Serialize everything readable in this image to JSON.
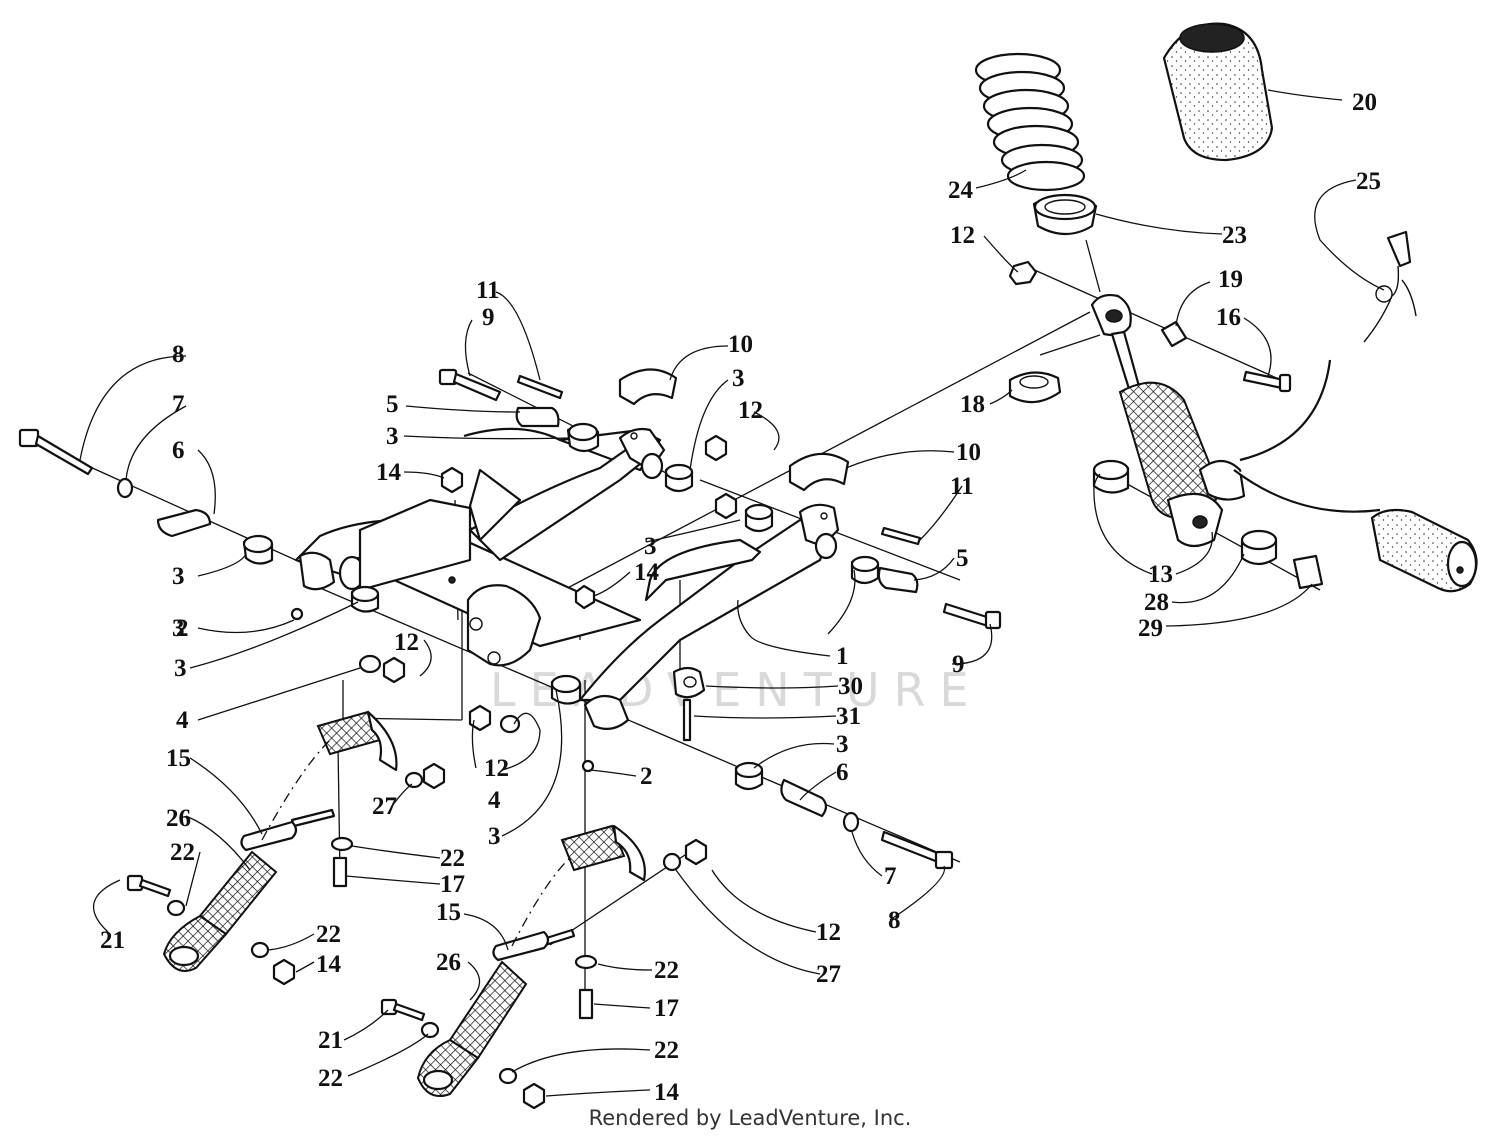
{
  "footer": "Rendered by LeadVenture, Inc.",
  "watermark": "LEADVENTURE",
  "callouts": [
    {
      "id": "c-20",
      "text": "20"
    },
    {
      "id": "c-25",
      "text": "25"
    },
    {
      "id": "c-24",
      "text": "24"
    },
    {
      "id": "c-23",
      "text": "23"
    },
    {
      "id": "c-12a",
      "text": "12"
    },
    {
      "id": "c-19",
      "text": "19"
    },
    {
      "id": "c-16",
      "text": "16"
    },
    {
      "id": "c-11a",
      "text": "11"
    },
    {
      "id": "c-9a",
      "text": "9"
    },
    {
      "id": "c-10a",
      "text": "10"
    },
    {
      "id": "c-8a",
      "text": "8"
    },
    {
      "id": "c-7a",
      "text": "7"
    },
    {
      "id": "c-6a",
      "text": "6"
    },
    {
      "id": "c-5a",
      "text": "5"
    },
    {
      "id": "c-3a",
      "text": "3"
    },
    {
      "id": "c-3b",
      "text": "3"
    },
    {
      "id": "c-3c",
      "text": "3"
    },
    {
      "id": "c-12b",
      "text": "12"
    },
    {
      "id": "c-18",
      "text": "18"
    },
    {
      "id": "c-14a",
      "text": "14"
    },
    {
      "id": "c-10b",
      "text": "10"
    },
    {
      "id": "c-11b",
      "text": "11"
    },
    {
      "id": "c-3d",
      "text": "3"
    },
    {
      "id": "c-3e",
      "text": "3"
    },
    {
      "id": "c-14b",
      "text": "14"
    },
    {
      "id": "c-5b",
      "text": "5"
    },
    {
      "id": "c-13",
      "text": "13"
    },
    {
      "id": "c-28",
      "text": "28"
    },
    {
      "id": "c-29",
      "text": "29"
    },
    {
      "id": "c-2a",
      "text": "2"
    },
    {
      "id": "c-3f",
      "text": "3"
    },
    {
      "id": "c-1",
      "text": "1"
    },
    {
      "id": "c-9b",
      "text": "9"
    },
    {
      "id": "c-12c",
      "text": "12"
    },
    {
      "id": "c-30",
      "text": "30"
    },
    {
      "id": "c-4a",
      "text": "4"
    },
    {
      "id": "c-31",
      "text": "31"
    },
    {
      "id": "c-15a",
      "text": "15"
    },
    {
      "id": "c-12d",
      "text": "12"
    },
    {
      "id": "c-3g",
      "text": "3"
    },
    {
      "id": "c-2b",
      "text": "2"
    },
    {
      "id": "c-4b",
      "text": "4"
    },
    {
      "id": "c-27a",
      "text": "27"
    },
    {
      "id": "c-6b",
      "text": "6"
    },
    {
      "id": "c-3h",
      "text": "3"
    },
    {
      "id": "c-26a",
      "text": "26"
    },
    {
      "id": "c-22a",
      "text": "22"
    },
    {
      "id": "c-22b",
      "text": "22"
    },
    {
      "id": "c-17a",
      "text": "17"
    },
    {
      "id": "c-7b",
      "text": "7"
    },
    {
      "id": "c-21a",
      "text": "21"
    },
    {
      "id": "c-22c",
      "text": "22"
    },
    {
      "id": "c-14c",
      "text": "14"
    },
    {
      "id": "c-8b",
      "text": "8"
    },
    {
      "id": "c-12e",
      "text": "12"
    },
    {
      "id": "c-15b",
      "text": "15"
    },
    {
      "id": "c-27b",
      "text": "27"
    },
    {
      "id": "c-26b",
      "text": "26"
    },
    {
      "id": "c-22d",
      "text": "22"
    },
    {
      "id": "c-17b",
      "text": "17"
    },
    {
      "id": "c-21b",
      "text": "21"
    },
    {
      "id": "c-22e",
      "text": "22"
    },
    {
      "id": "c-22f",
      "text": "22"
    },
    {
      "id": "c-14d",
      "text": "14"
    }
  ]
}
